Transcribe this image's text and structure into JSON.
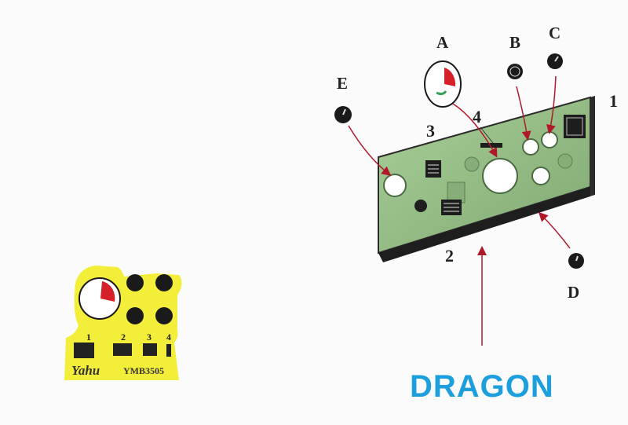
{
  "callouts": {
    "A": "A",
    "B": "B",
    "C": "C",
    "D": "D",
    "E": "E",
    "n1": "1",
    "n2": "2",
    "n3": "3",
    "n4": "4"
  },
  "brand": "DRAGON",
  "fret": {
    "brand": "Yahu",
    "code": "YMB3505",
    "numbers": [
      "1",
      "2",
      "3",
      "4"
    ]
  },
  "colors": {
    "panel": "#9bc38a",
    "fret": "#f3ee3a",
    "arrow": "#b0182a",
    "brand": "#1c9fdc"
  }
}
